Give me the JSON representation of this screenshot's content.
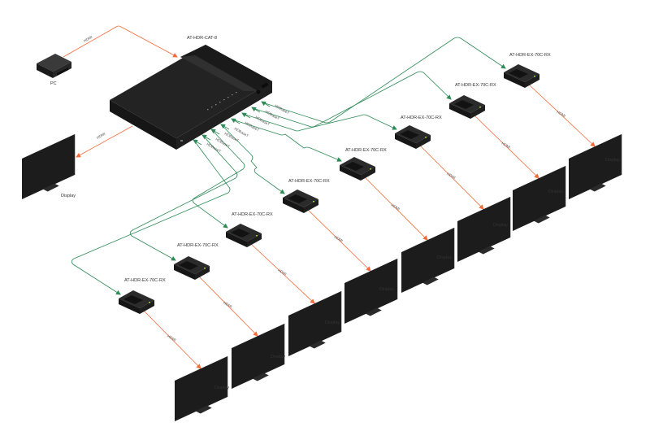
{
  "diagram": {
    "title": "AT-HDR-CAT-8 HDBaseT distribution",
    "colors": {
      "hdmi": "#f26b3a",
      "hdbaset": "#2e8b57",
      "device": "#1e1e1e",
      "device_top": "#2a2a2a",
      "background": "#ffffff"
    },
    "source": {
      "label": "PC",
      "cable_label": "HDMI"
    },
    "switcher": {
      "label": "AT-HDR-CAT-8"
    },
    "local_display": {
      "label": "Display",
      "cable_label": "HDMI"
    },
    "hdbaset_cable_label": "HDBaseT",
    "receivers": [
      {
        "label": "AT-HDR-EX-70C-RX",
        "cable_label": "HDMI",
        "display_label": "Display"
      },
      {
        "label": "AT-HDR-EX-70C-RX",
        "cable_label": "HDMI",
        "display_label": "Display"
      },
      {
        "label": "AT-HDR-EX-70C-RX",
        "cable_label": "HDMI",
        "display_label": "Display"
      },
      {
        "label": "AT-HDR-EX-70C-RX",
        "cable_label": "HDMI",
        "display_label": "Display"
      },
      {
        "label": "AT-HDR-EX-70C-RX",
        "cable_label": "HDMI",
        "display_label": "Display"
      },
      {
        "label": "AT-HDR-EX-70C-RX",
        "cable_label": "HDMI",
        "display_label": "Display"
      },
      {
        "label": "AT-HDR-EX-70C-RX",
        "cable_label": "HDMI",
        "display_label": "Display"
      },
      {
        "label": "AT-HDR-EX-70C-RX",
        "cable_label": "HDMI",
        "display_label": "Display"
      }
    ]
  }
}
